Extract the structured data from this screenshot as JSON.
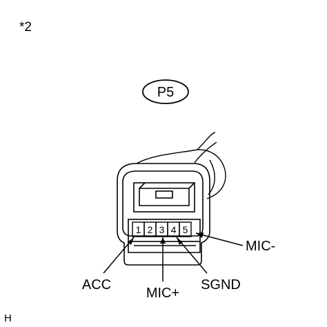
{
  "note_mark": "*2",
  "connector": {
    "code": "P5",
    "pins": [
      "1",
      "2",
      "3",
      "4",
      "5"
    ]
  },
  "signals": {
    "acc": "ACC",
    "mic_plus": "MIC+",
    "sgnd": "SGND",
    "mic_minus": "MIC-"
  },
  "corner_mark": "H"
}
